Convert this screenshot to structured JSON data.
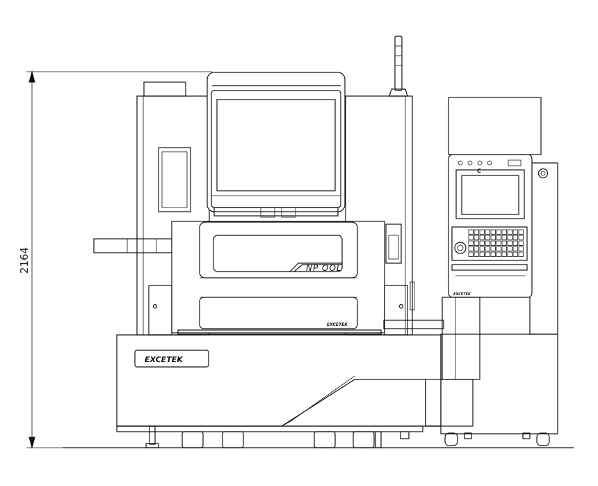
{
  "dimension": {
    "height_value": "2164"
  },
  "labels": {
    "brand_main": "EXCETEK",
    "brand_small": "EXCETEK",
    "model": "NP  OOL",
    "controller_mark": "C"
  },
  "colors": {
    "line": "#111111",
    "background": "#ffffff"
  }
}
